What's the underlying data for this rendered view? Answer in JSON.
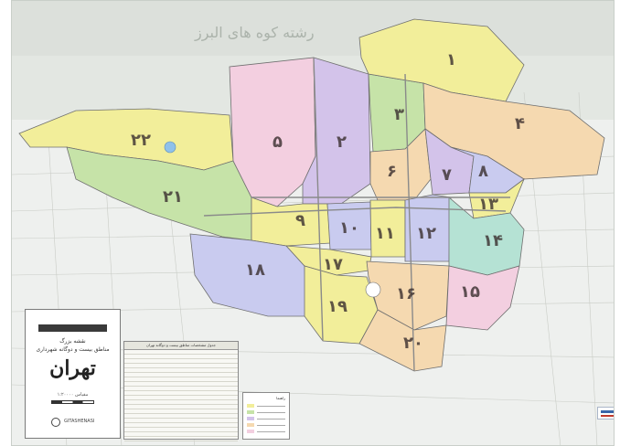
{
  "map": {
    "region_colors": {
      "yellow": "#f2ee9a",
      "green": "#c6e3a8",
      "pink": "#f3cfe0",
      "purple": "#d3c3ea",
      "peach": "#f5d9b0",
      "lavender": "#c9cbef",
      "teal": "#b5e2d4"
    },
    "district_labels": [
      "۱",
      "۲",
      "۳",
      "۴",
      "۵",
      "۶",
      "۷",
      "۸",
      "۹",
      "۱۰",
      "۱۱",
      "۱۲",
      "۱۳",
      "۱۴",
      "۱۵",
      "۱۶",
      "۱۷",
      "۱۸",
      "۱۹",
      "۲۰",
      "۲۱",
      "۲۲"
    ],
    "mountain_label": "رشته کوه های البرز"
  },
  "title_box": {
    "line1": "نقشه بزرگ",
    "line2": "مناطق بیست و دوگانه شهرداری",
    "title": "تهران",
    "scale": "مقیاس ۱:۲۰۰۰۰"
  },
  "table": {
    "header": "جدول مشخصات مناطق بیست و دوگانه تهران"
  },
  "legend": {
    "title": "راهنما"
  },
  "publisher": {
    "mark_icon": "globe-icon",
    "name": "GITASHENASI"
  }
}
